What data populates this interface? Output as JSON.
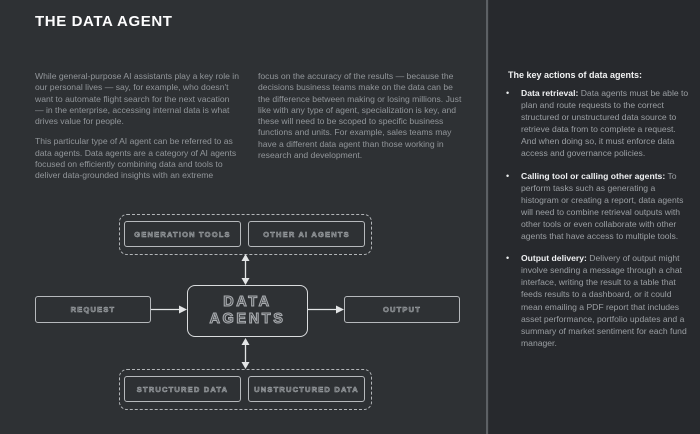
{
  "page": {
    "title": "THE DATA AGENT"
  },
  "intro": {
    "col1": {
      "p1": "While general-purpose AI assistants play a key role in our personal lives — say, for example, who doesn't want to automate flight search for the next vacation — in the enterprise, accessing internal data is what drives value for people.",
      "p2": "This particular type of AI agent can be referred to as data agents. Data agents are a category of AI agents focused on efficiently combining data and tools to deliver data-grounded insights with an extreme"
    },
    "col2": {
      "p1": "focus on the accuracy of the results — because the decisions business teams make on the data can be the difference between making or losing millions. Just like with any type of agent, specialization is key, and these will need to be scoped to specific business functions and units. For example, sales teams may have a different data agent than those working in research and development."
    }
  },
  "sidebar": {
    "heading": "The key actions of data agents:",
    "bullets": [
      {
        "lead": "Data retrieval:",
        "text": "Data agents must be able to plan and route requests to the correct structured or unstructured data source to retrieve data from to complete a request. And when doing so, it must enforce data access and governance policies."
      },
      {
        "lead": "Calling tool or calling other agents:",
        "text": "To perform tasks such as generating a histogram or creating a report, data agents will need to combine retrieval outputs with other tools or even collaborate with other agents that have access to multiple tools."
      },
      {
        "lead": "Output delivery:",
        "text": "Delivery of output might involve sending a message through a chat interface, writing the result to a table that feeds results to a dashboard, or it could mean emailing a PDF report that includes asset performance, portfolio updates and a summary of market sentiment for each fund manager."
      }
    ]
  },
  "diagram": {
    "nodes": {
      "generation_tools": "GENERATION TOOLS",
      "other_ai_agents": "OTHER AI AGENTS",
      "request": "REQUEST",
      "data_agents": "DATA AGENTS",
      "output": "OUTPUT",
      "structured_data": "STRUCTURED DATA",
      "unstructured_data": "UNSTRUCTURED DATA"
    }
  },
  "colors": {
    "background_left": "#2e3134",
    "background_right": "#27292d",
    "divider": "#5c6064",
    "title_text": "#fdfdfe",
    "body_text": "#92969a",
    "sidebar_bold_text": "#eff0f2",
    "diagram_border": "#b6b9bc",
    "center_box_border": "#dadcde",
    "arrow": "#e3e5e6"
  }
}
